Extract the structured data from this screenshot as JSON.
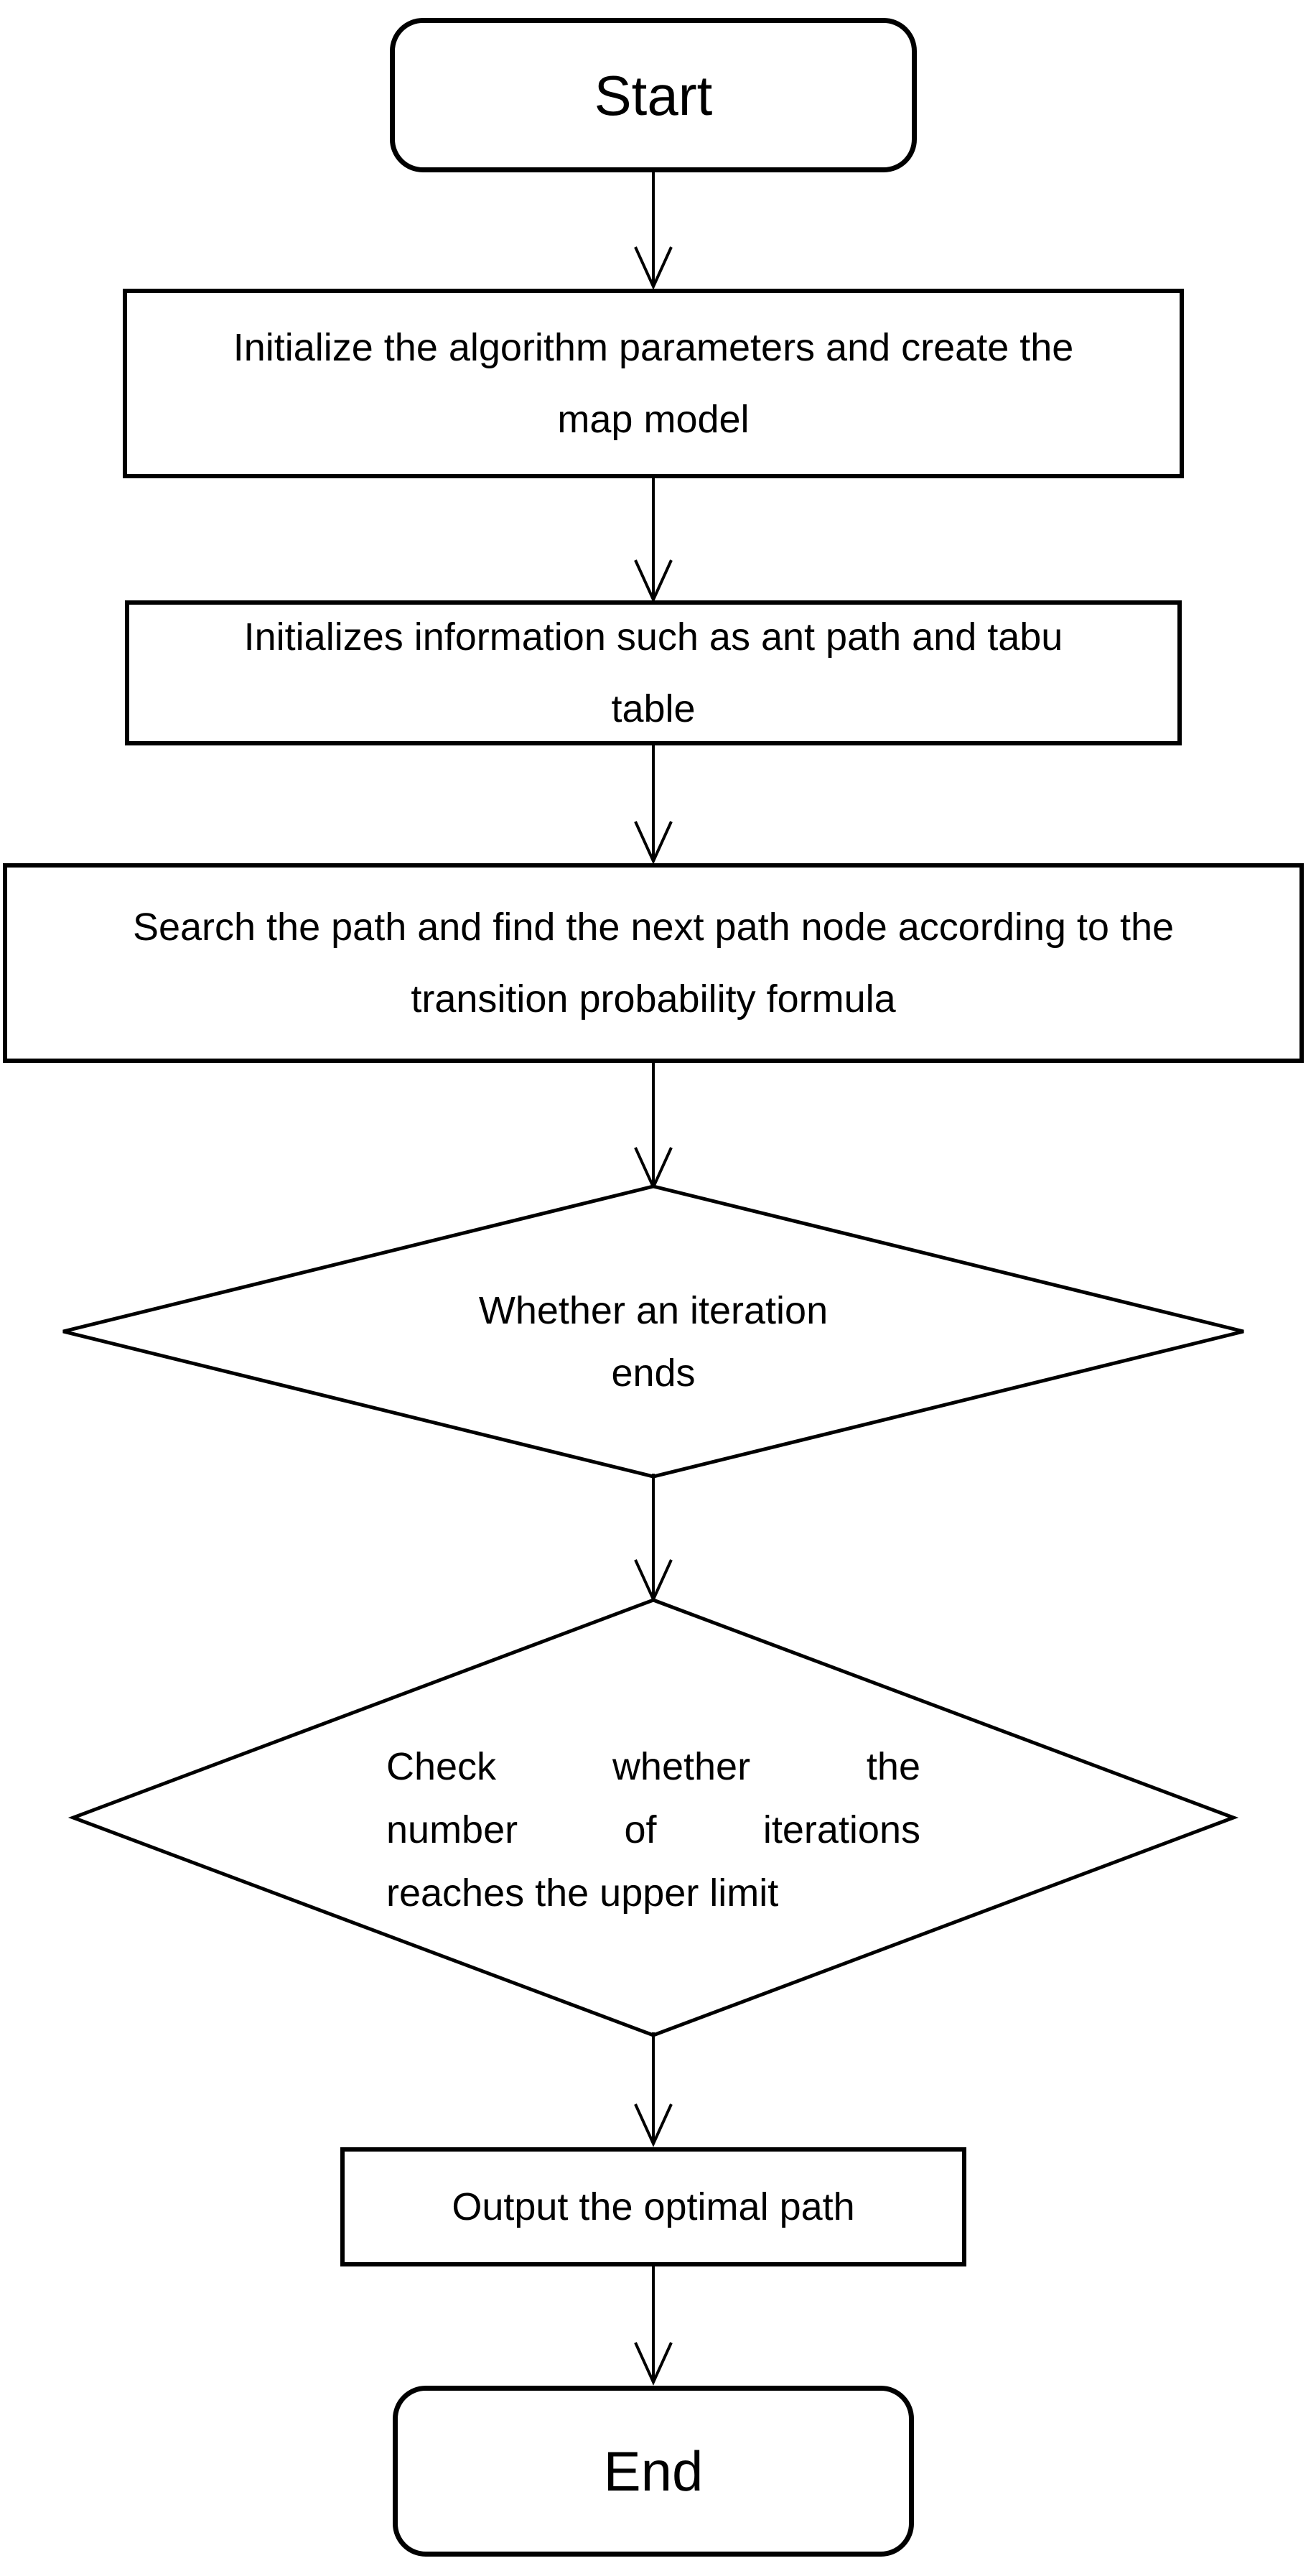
{
  "diagram": {
    "type": "flowchart",
    "colors": {
      "stroke": "#000000",
      "background": "#ffffff",
      "text": "#000000"
    },
    "nodes": {
      "start": {
        "type": "terminator",
        "label": "Start"
      },
      "initialize": {
        "type": "process",
        "line1": "Initialize the algorithm parameters and create the",
        "line2": "map model"
      },
      "tabu": {
        "type": "process",
        "line1": "Initializes information such as ant path and tabu",
        "line2": "table"
      },
      "search": {
        "type": "process",
        "line1": "Search the path and find the next path node according to the",
        "line2": "transition probability formula"
      },
      "iteration": {
        "type": "decision",
        "line1": "Whether an iteration",
        "line2": "ends"
      },
      "limit": {
        "type": "decision",
        "line1": "Check whether the",
        "line2": "number of iterations",
        "line3": "reaches the upper limit"
      },
      "output": {
        "type": "process",
        "label": "Output the optimal path"
      },
      "end": {
        "type": "terminator",
        "label": "End"
      }
    },
    "edges": [
      {
        "from": "start",
        "to": "initialize"
      },
      {
        "from": "initialize",
        "to": "tabu"
      },
      {
        "from": "tabu",
        "to": "search"
      },
      {
        "from": "search",
        "to": "iteration"
      },
      {
        "from": "iteration",
        "to": "limit"
      },
      {
        "from": "limit",
        "to": "output"
      },
      {
        "from": "output",
        "to": "end"
      }
    ]
  }
}
